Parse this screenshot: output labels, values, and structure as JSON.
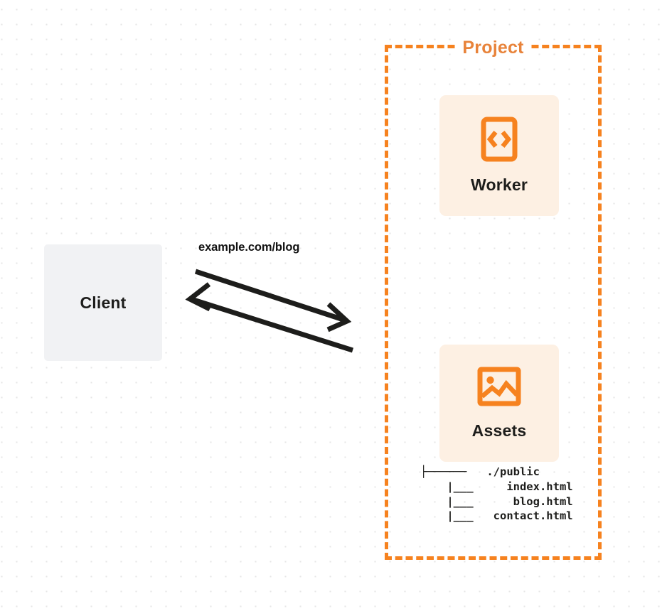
{
  "diagram": {
    "background": {
      "style": "dot-grid",
      "dot_color": "#e6e6e6",
      "page_color": "#ffffff"
    },
    "colors": {
      "accent_orange": "#f6821f",
      "title_orange": "#e8833a",
      "card_cream": "#fdf0e3",
      "client_gray": "#f1f2f4",
      "text_dark": "#1d1d1b"
    }
  },
  "client": {
    "label": "Client"
  },
  "connection": {
    "label": "example.com/blog",
    "request_direction": "client-to-project",
    "response_direction": "project-to-client"
  },
  "project": {
    "title": "Project",
    "border_style": "dashed",
    "nodes": [
      {
        "id": "worker",
        "label": "Worker",
        "icon": "code-brackets-icon"
      },
      {
        "id": "assets",
        "label": "Assets",
        "icon": "image-icon"
      }
    ],
    "file_tree": {
      "root_connector": "├──────",
      "root": "./public",
      "children": [
        {
          "connector": "|___",
          "name": "index.html"
        },
        {
          "connector": "|___",
          "name": "blog.html"
        },
        {
          "connector": "|___",
          "name": "contact.html"
        }
      ],
      "lines": [
        "├──────   ./public",
        "    |___     index.html",
        "    |___      blog.html",
        "    |___   contact.html"
      ]
    }
  }
}
